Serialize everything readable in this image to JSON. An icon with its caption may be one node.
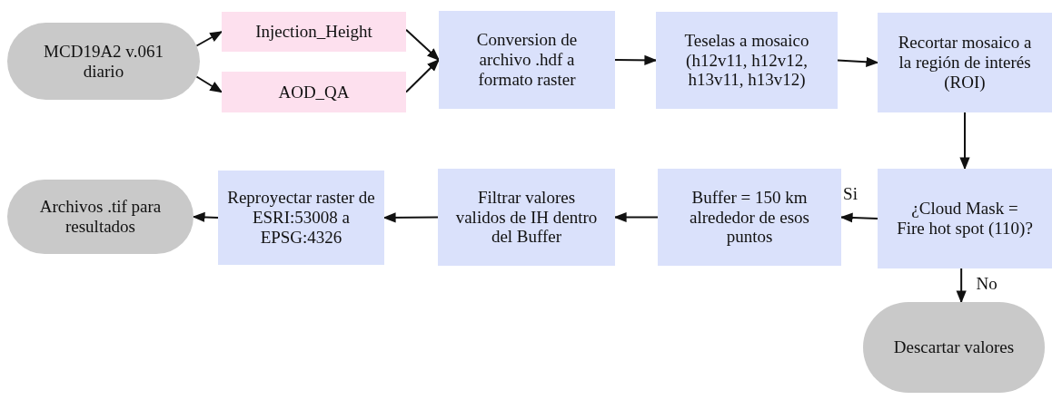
{
  "diagram": {
    "nodes": [
      {
        "text": [
          "MCD19A2 v.061 diario"
        ]
      },
      {
        "text": [
          "Injection_Height"
        ]
      },
      {
        "text": [
          "AOD_QA"
        ]
      },
      {
        "text": [
          "Conversion de archivo .hdf a formato raster"
        ]
      },
      {
        "text": [
          "Teselas a mosaico (h12v11, h12v12, h13v11, h13v12)"
        ]
      },
      {
        "text": [
          "Recortar mosaico a la región de interés (ROI)"
        ]
      },
      {
        "text": [
          "¿Cloud Mask = Fire hot spot (110)?"
        ]
      },
      {
        "text": [
          "Buffer = 150 km alrededor de esos puntos"
        ]
      },
      {
        "text": [
          "Filtrar valores validos de IH dentro del Buffer"
        ]
      },
      {
        "text": [
          "Reproyectar raster de ESRI:53008 a EPSG:4326"
        ]
      },
      {
        "text": [
          "Archivos .tif para resultados"
        ]
      },
      {
        "text": [
          "Descartar valores"
        ]
      }
    ],
    "edges": [
      {
        "from": 0,
        "to": 1,
        "arrow": "to"
      },
      {
        "from": 0,
        "to": 2,
        "arrow": "to"
      },
      {
        "from": 1,
        "to": 3,
        "arrow": "to"
      },
      {
        "from": 2,
        "to": 3,
        "arrow": "to"
      },
      {
        "from": 3,
        "to": 4,
        "arrow": "to"
      },
      {
        "from": 4,
        "to": 5,
        "arrow": "to"
      },
      {
        "from": 5,
        "to": 6,
        "arrow": "to"
      },
      {
        "from": 6,
        "to": 7,
        "arrow": "to",
        "label": "Si"
      },
      {
        "from": 7,
        "to": 8,
        "arrow": "to"
      },
      {
        "from": 8,
        "to": 9,
        "arrow": "to"
      },
      {
        "from": 9,
        "to": 10,
        "arrow": "to"
      },
      {
        "from": 6,
        "to": 11,
        "arrow": "to",
        "label": "No"
      }
    ]
  }
}
